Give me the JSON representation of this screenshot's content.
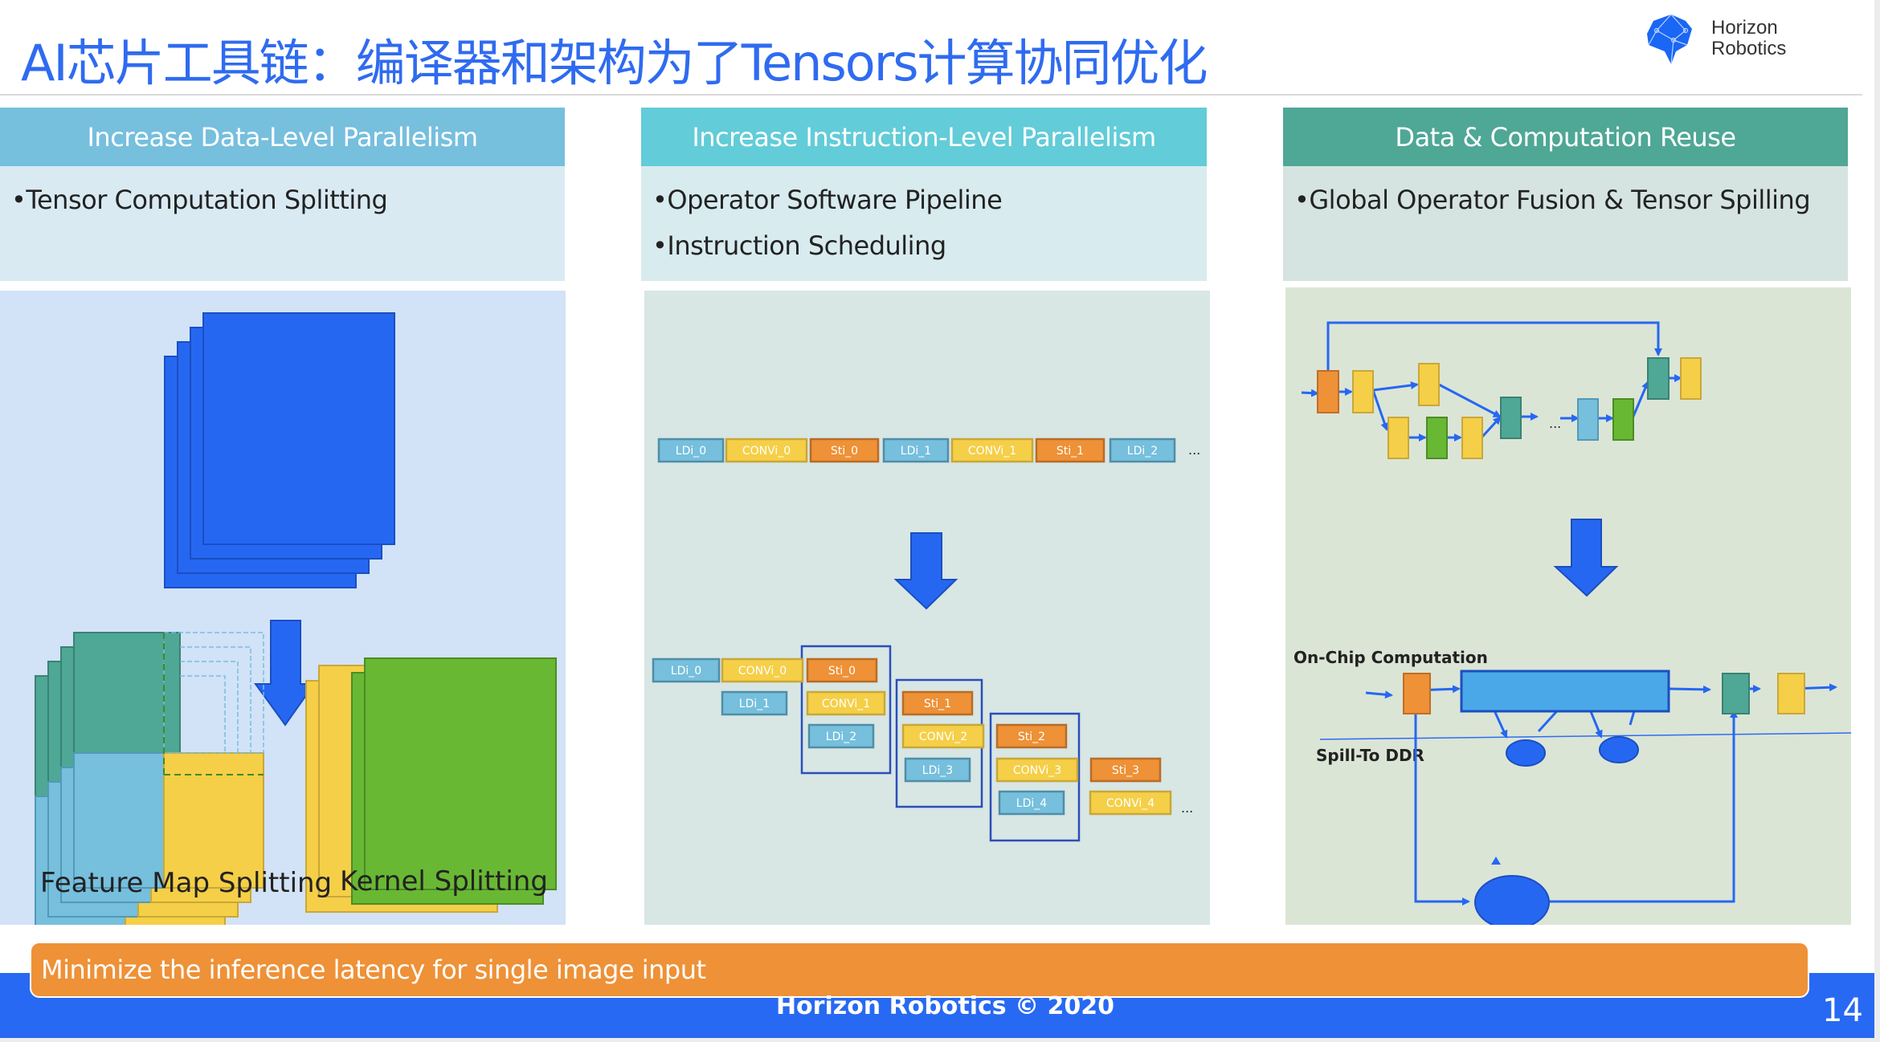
{
  "slide": {
    "title": "AI芯片工具链：编译器和架构为了Tensors计算协同优化",
    "logo": {
      "name": "Horizon Robotics",
      "line1": "Horizon",
      "line2": "Robotics",
      "icon": "brain-network-icon"
    },
    "colors": {
      "title_blue": "#2f6bf0",
      "footer_blue": "#2769f2",
      "banner_orange": "#ee9137",
      "shape_blue": "#2667f2",
      "teal": "#4fa796",
      "light_blue": "#76bfdd",
      "yellow": "#f5cf47",
      "green": "#68b834",
      "orange": "#ee9137"
    }
  },
  "columns": [
    {
      "header": "Increase Data-Level Parallelism",
      "bullets": [
        "Tensor Computation Splitting"
      ],
      "illustration": {
        "labels": [
          "Feature Map Splitting",
          "Kernel Splitting"
        ]
      }
    },
    {
      "header": "Increase Instruction-Level Parallelism",
      "bullets": [
        "Operator Software Pipeline",
        "Instruction Scheduling"
      ],
      "illustration": {
        "sequential": [
          "LDi_0",
          "CONVi_0",
          "Sti_0",
          "LDi_1",
          "CONVi_1",
          "Sti_1",
          "LDi_2"
        ],
        "pipelined": {
          "row1": [
            "LDi_0",
            "CONVi_0",
            "Sti_0",
            "Sti_1",
            "Sti_2",
            "Sti_3"
          ],
          "row2": [
            "LDi_1",
            "CONVi_1",
            "CONVi_2",
            "CONVi_3",
            "CONVi_4"
          ],
          "row3": [
            "LDi_2",
            "LDi_3",
            "LDi_4"
          ]
        },
        "ellipsis": "..."
      }
    },
    {
      "header": "Data & Computation Reuse",
      "bullets": [
        "Global Operator Fusion &  Tensor Spilling"
      ],
      "illustration": {
        "ellipsis": "...",
        "on_chip_label": "On-Chip Computation",
        "spill_label": "Spill-To DDR"
      }
    }
  ],
  "banner": "Minimize the inference latency for single image input",
  "footer": {
    "copyright": "Horizon Robotics © 2020",
    "page_number": "14"
  }
}
